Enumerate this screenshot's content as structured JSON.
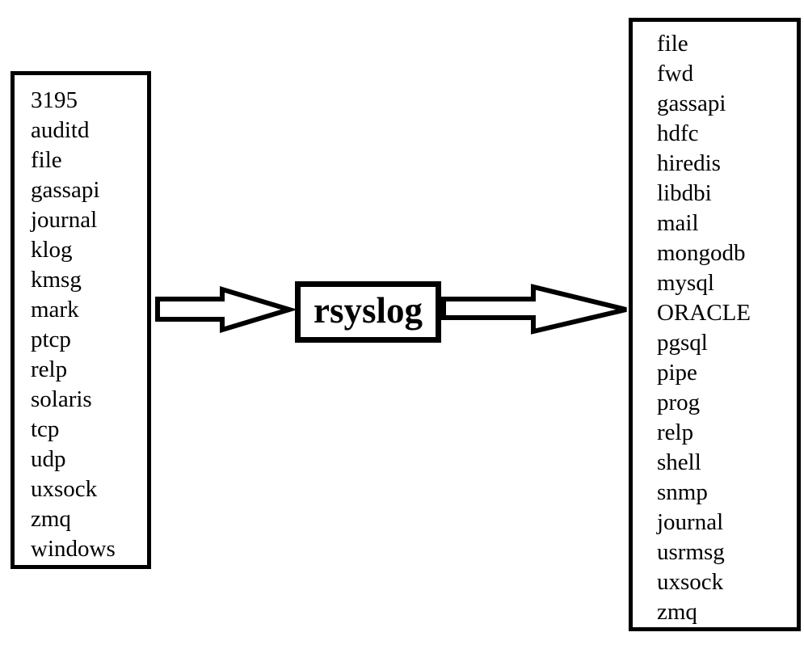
{
  "diagram": {
    "title_hidden": "",
    "colors": {
      "foreground": "#000000",
      "background": "#ffffff"
    },
    "input_box": {
      "items": [
        "3195",
        "auditd",
        "file",
        "gassapi",
        "journal",
        "klog",
        "kmsg",
        "mark",
        "ptcp",
        "relp",
        "solaris",
        "tcp",
        "udp",
        "uxsock",
        "zmq",
        "windows"
      ]
    },
    "core_box": {
      "label": "rsyslog"
    },
    "output_box": {
      "items": [
        "file",
        "fwd",
        "gassapi",
        "hdfc",
        "hiredis",
        "libdbi",
        "mail",
        "mongodb",
        "mysql",
        "ORACLE",
        "pgsql",
        "pipe",
        "prog",
        "relp",
        "shell",
        "snmp",
        "journal",
        "usrmsg",
        "uxsock",
        "zmq"
      ]
    },
    "icons": {
      "left_arrow": "right-block-arrow",
      "right_arrow": "right-block-arrow"
    }
  }
}
